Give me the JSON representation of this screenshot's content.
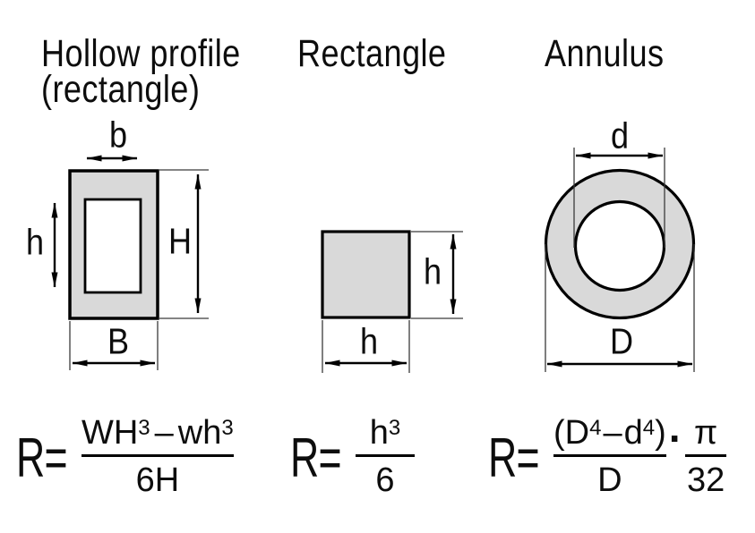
{
  "colors": {
    "shape_fill": "#d9d9d9",
    "line": "#000000",
    "extension_line": "#3a3a3a",
    "background": "#ffffff"
  },
  "sections": {
    "hollow": {
      "title_line1": "Hollow profile",
      "title_line2": "(rectangle)",
      "labels": {
        "b": "b",
        "h": "h",
        "H": "H",
        "B": "B"
      },
      "formula": {
        "lhs": "R=",
        "num_a": "WH",
        "sup_a": "3",
        "minus": "–",
        "num_b": "wh",
        "sup_b": "3",
        "den": "6H"
      }
    },
    "rectangle": {
      "title": "Rectangle",
      "labels": {
        "h_right": "h",
        "h_bottom": "h"
      },
      "formula": {
        "lhs": "R=",
        "num": "h",
        "sup": "3",
        "den": "6"
      }
    },
    "annulus": {
      "title": "Annulus",
      "labels": {
        "d": "d",
        "D": "D"
      },
      "formula": {
        "lhs": "R=",
        "num_a": "(D",
        "sup_a": "4",
        "minus": "–",
        "num_b": "d",
        "sup_b": "4",
        "num_c": ")",
        "dot": "·",
        "den1": "D",
        "num2": "π",
        "den2": "32"
      }
    }
  }
}
